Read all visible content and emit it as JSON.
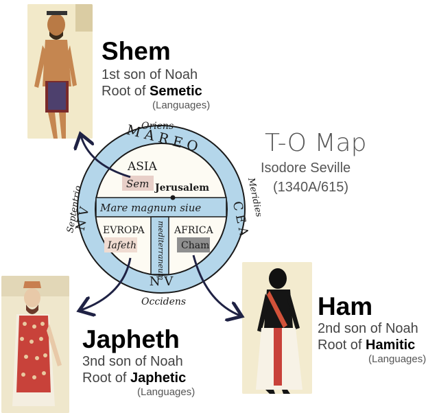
{
  "shem": {
    "name": "Shem",
    "line1": "1st son of Noah",
    "root_prefix": "Root of ",
    "root_word": "Semetic",
    "languages": "(Languages)"
  },
  "japheth": {
    "name": "Japheth",
    "line1": "3nd son of Noah",
    "root_prefix": "Root of ",
    "root_word": "Japhetic",
    "languages": "(Languages)"
  },
  "ham": {
    "name": "Ham",
    "line1": "2nd son of Noah",
    "root_prefix": "Root of ",
    "root_word": "Hamitic",
    "languages": "(Languages)"
  },
  "map": {
    "title": "T-O Map",
    "author": "Isodore Seville",
    "date": "(1340A/615)",
    "oriens": "Oriens",
    "occidens": "Occidens",
    "septentrio": "Septentrio",
    "meridies": "Meridies",
    "ring_text_top": "M A R E  O",
    "ring_text_right": "C E A",
    "ring_text_left": "N V",
    "ring_text_bottom": "N V",
    "asia": "ASIA",
    "sem": "Sem",
    "jerusalem": "Jerusalem",
    "mare_magnum": "Mare magnum siue",
    "mediterraneum": "mediterraneum",
    "europa": "EVROPA",
    "iafeth": "Iafeth",
    "africa": "AFRICA",
    "cham": "Cham"
  },
  "colors": {
    "ring": "#b4d6ea",
    "ink": "#1a1a1a",
    "arrow": "#1f2244",
    "sem_box": "#e8cfc8",
    "iafeth_box": "#f0dcd2",
    "cham_box": "#8f8f8f"
  }
}
